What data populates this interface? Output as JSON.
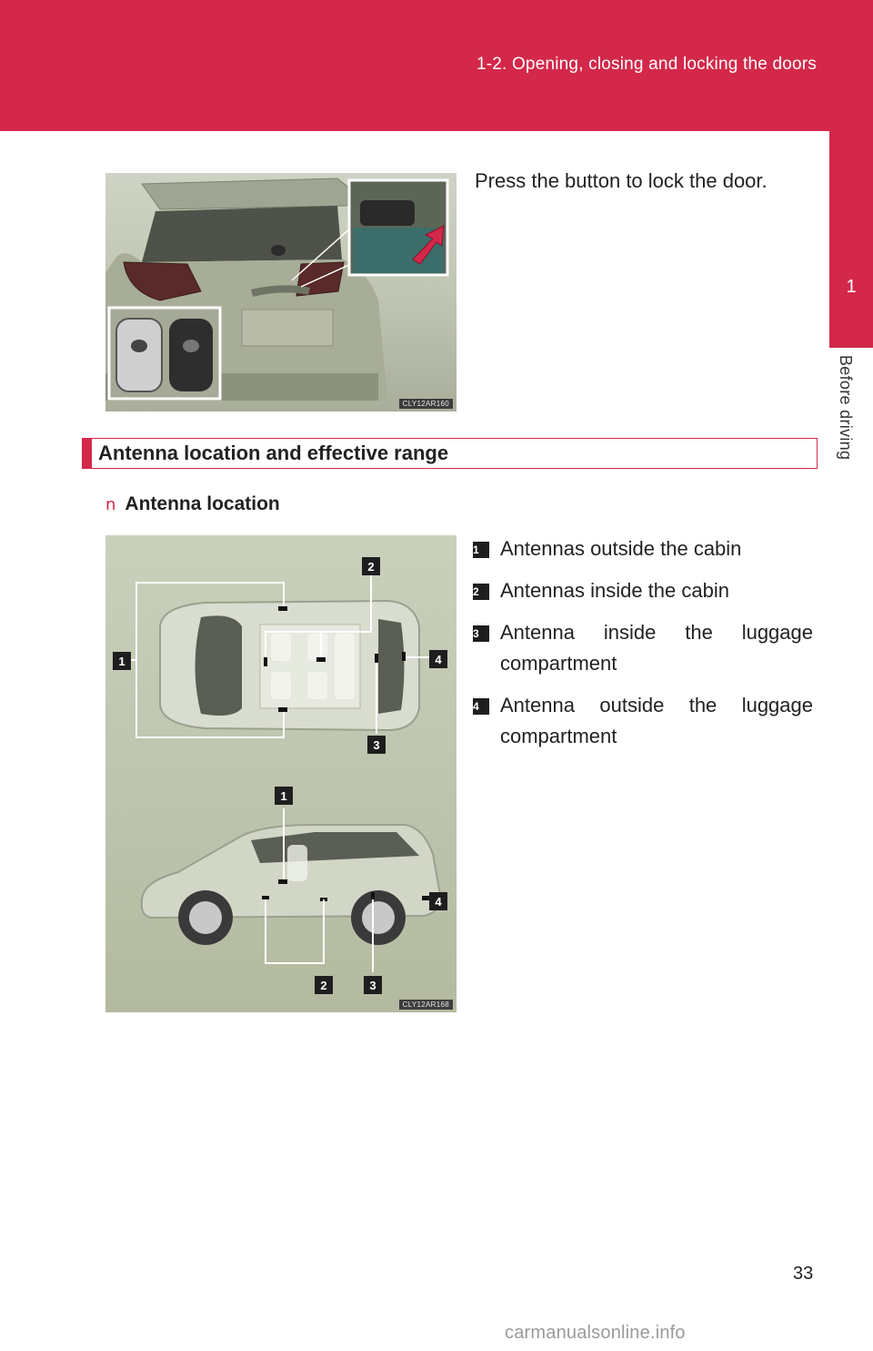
{
  "header": {
    "title": "1-2. Opening, closing and locking the doors"
  },
  "side_tab": {
    "number": "1",
    "label": "Before driving"
  },
  "figure1": {
    "code": "CLY12AR160"
  },
  "caption1": "Press the button to lock the door.",
  "section": {
    "title": "Antenna location and effective range"
  },
  "subsection": {
    "bullet": "n",
    "title": "Antenna location"
  },
  "figure2": {
    "code": "CLY12AR168",
    "callouts_top": [
      "1",
      "2",
      "3",
      "4"
    ],
    "callouts_side": [
      "1",
      "2",
      "3",
      "4"
    ]
  },
  "legend": [
    {
      "num": "1",
      "text": "Antennas outside the cabin"
    },
    {
      "num": "2",
      "text": "Antennas inside the cabin"
    },
    {
      "num": "3",
      "text": "Antenna inside the luggage compartment"
    },
    {
      "num": "4",
      "text": "Antenna outside the luggage compartment"
    }
  ],
  "footer": {
    "page_number": "33",
    "watermark": "carmanualsonline.info"
  },
  "colors": {
    "accent": "#d3284a"
  }
}
